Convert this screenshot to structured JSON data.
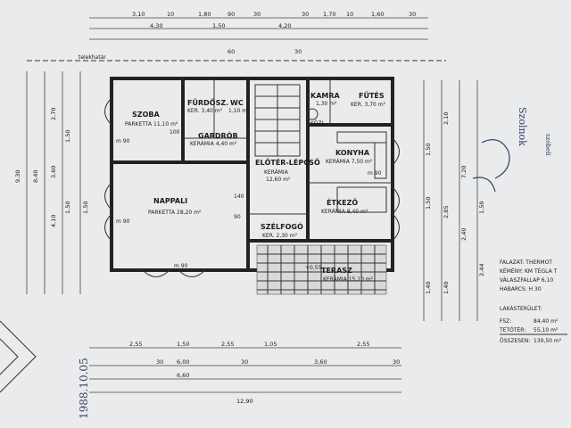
{
  "plan": {
    "site_edge": "telekhatár",
    "rooms": {
      "szoba": {
        "name": "SZOBA",
        "sub": "PARKETTA 11,10 m²"
      },
      "furdo": {
        "name": "FÜRDŐSZ.",
        "sub": "KER. 3,40 m²"
      },
      "wc": {
        "name": "WC",
        "sub": "1,10 m²"
      },
      "kamra": {
        "name": "KAMRA",
        "sub": "1,30 m²"
      },
      "futes": {
        "name": "FŰTÉS",
        "sub": "KER. 3,70 m²"
      },
      "gardrob": {
        "name": "GARDRÓB",
        "sub": "KERÁMIA 4,40 m²"
      },
      "kozl": {
        "name": "KÖZL."
      },
      "konyha": {
        "name": "KONYHA",
        "sub": "KERÁMIA 7,50 m²"
      },
      "eloter": {
        "name": "ELŐTÉR-LÉPCSŐ",
        "sub1": "KERÁMIA",
        "sub2": "12,60 m²"
      },
      "nappali": {
        "name": "NAPPALI",
        "sub": "PARKETTA 28,20 m²"
      },
      "etkezo": {
        "name": "ÉTKEZŐ",
        "sub": "KERÁMIA 8,40 m²"
      },
      "szelfogo": {
        "name": "SZÉLFOGÓ",
        "sub": "KER. 2,30 m²"
      },
      "terasz": {
        "name": "TERASZ",
        "sub": "KERÁMIA 15,10 m²"
      }
    },
    "marks": {
      "m90a": "m 90",
      "m90b": "m 90",
      "m90c": "m 90",
      "m90d": "m 90",
      "lvl": "+0,55",
      "d140": "140",
      "d90": "90",
      "d100": "100"
    },
    "dims_top": [
      "3,10",
      "10",
      "1,80",
      "90",
      "30",
      "1,50",
      "4,20",
      "30",
      "1,70",
      "10",
      "1,60",
      "4,30",
      "30",
      "60",
      "30"
    ],
    "dims_bottom_row1": [
      "2,55",
      "1,50",
      "2,55",
      "1,05",
      "2,55"
    ],
    "dims_bottom_row2": [
      "30",
      "6,00",
      "30",
      "3,60",
      "30"
    ],
    "dims_bottom_row3": [
      "6,60",
      "12,90"
    ],
    "dims_left": [
      "1,50",
      "9,30",
      "8,40",
      "2,70",
      "3,60",
      "4,10",
      "1,50",
      "1,50"
    ],
    "dims_right": [
      "1,50",
      "1,50",
      "2,10",
      "7,20",
      "2,85",
      "2,40",
      "1,40",
      "2,44",
      "1,50",
      "1,40"
    ],
    "notes": {
      "line1": "FALAZAT: THERMOT",
      "line2": "KÉMÉNY: KM TÉGLA T",
      "line3": "VÁLASZFALLAP 6,10",
      "line4": "HABARCS: H 30"
    },
    "area": {
      "title": "LAKÁSTERÜLET:",
      "rows": [
        {
          "label": "FSZ:",
          "value": "84,40 m²"
        },
        {
          "label": "TETŐTÉR:",
          "value": "55,10 m²"
        },
        {
          "label": "ÖSSZESEN:",
          "value": "139,50 m²"
        }
      ]
    },
    "stamp": {
      "date": "1988.10.05"
    },
    "handwriting": {
      "city": "Szolnok",
      "word": "szóbeli"
    },
    "colors": {
      "ink": "#222222",
      "paper": "#e9ebec",
      "stamp": "#3b3f63"
    }
  }
}
